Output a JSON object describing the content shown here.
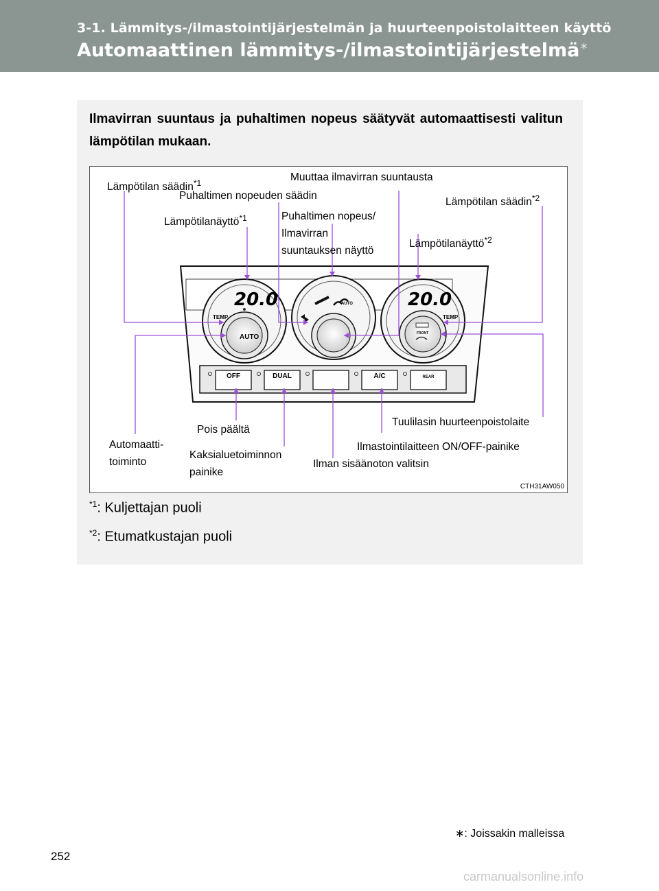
{
  "header": {
    "section": "3-1.  Lämmitys-/ilmastointijärjestelmän ja huurteenpoistolaitteen käyttö",
    "title": "Automaattinen lämmitys-/ilmastointijärjestelmä",
    "title_mark": "∗"
  },
  "intro": "Ilmavirran suuntaus ja puhaltimen nopeus säätyvät automaattisesti valitun lämpötilan mukaan.",
  "figure": {
    "code": "CTH31AW050",
    "labels": {
      "temp_control_left": "Lämpötilan säädin",
      "temp_control_left_mark": "*1",
      "airflow_mode": "Muuttaa ilmavirran suuntausta",
      "fan_speed": "Puhaltimen nopeuden säädin",
      "temp_control_right": "Lämpötilan säädin",
      "temp_control_right_mark": "*2",
      "temp_display_left": "Lämpötilanäyttö",
      "temp_display_left_mark": "*1",
      "fan_display_1": "Puhaltimen nopeus/",
      "fan_display_2": "Ilmavirran",
      "fan_display_3": "suuntauksen näyttö",
      "temp_display_right": "Lämpötilanäyttö",
      "temp_display_right_mark": "*2",
      "windshield_defogger": "Tuulilasin huurteenpoistolaite",
      "off": "Pois päältä",
      "auto_1": "Automaatti-",
      "auto_2": "toiminto",
      "ac_button": "Ilmastointilaitteen ON/OFF-painike",
      "dual_1": "Kaksialuetoiminnon",
      "dual_2": "painike",
      "air_intake": "Ilman sisäänoton valitsin"
    },
    "panel": {
      "temp_left": "20.0",
      "temp_right": "20.0",
      "temp_label": "TEMP",
      "auto_label": "AUTO",
      "front_label": "FRONT",
      "buttons": [
        "OFF",
        "DUAL",
        "",
        "A/C",
        "REAR"
      ]
    }
  },
  "notes": [
    {
      "mark": "*1",
      "text": ":  Kuljettajan puoli"
    },
    {
      "mark": "*2",
      "text": ":  Etumatkustajan puoli"
    }
  ],
  "footnote": "∗: Joissakin malleissa",
  "page_number": "252",
  "watermark": "carmanualsonline.info",
  "colors": {
    "header_bg": "#8b9592",
    "box_bg": "#f1f1f1",
    "callout": "#9c4fd6"
  }
}
